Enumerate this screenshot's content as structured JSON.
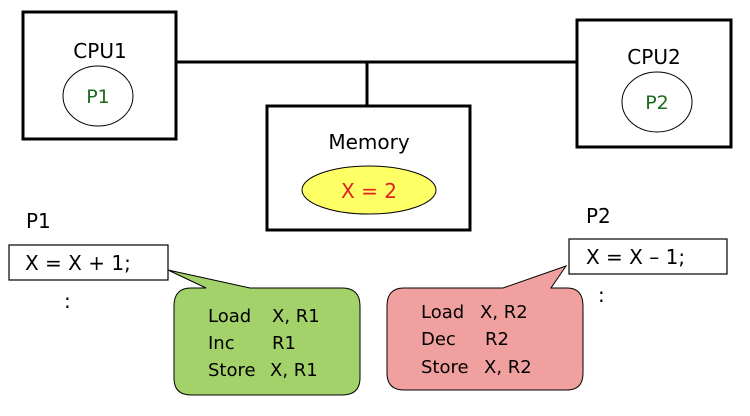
{
  "cpu1": {
    "label": "CPU1",
    "process": "P1"
  },
  "cpu2": {
    "label": "CPU2",
    "process": "P2"
  },
  "memory": {
    "label": "Memory",
    "value": "X = 2"
  },
  "p1": {
    "title": "P1",
    "statement": "X = X + 1;",
    "continuation": ":",
    "instructions": [
      {
        "op": "Load",
        "args": "X, R1"
      },
      {
        "op": "Inc",
        "args": "R1"
      },
      {
        "op": "Store",
        "args": "X, R1"
      }
    ]
  },
  "p2": {
    "title": "P2",
    "statement": "X = X – 1;",
    "continuation": ":",
    "instructions": [
      {
        "op": "Load",
        "args": "X, R2"
      },
      {
        "op": "Dec",
        "args": "R2"
      },
      {
        "op": "Store",
        "args": "X, R2"
      }
    ]
  },
  "colors": {
    "process_text": "#1a6b1a",
    "memory_fill": "#ffff66",
    "memory_text": "#e02020",
    "p1_callout": "#a3d16a",
    "p2_callout": "#f0a09e"
  }
}
